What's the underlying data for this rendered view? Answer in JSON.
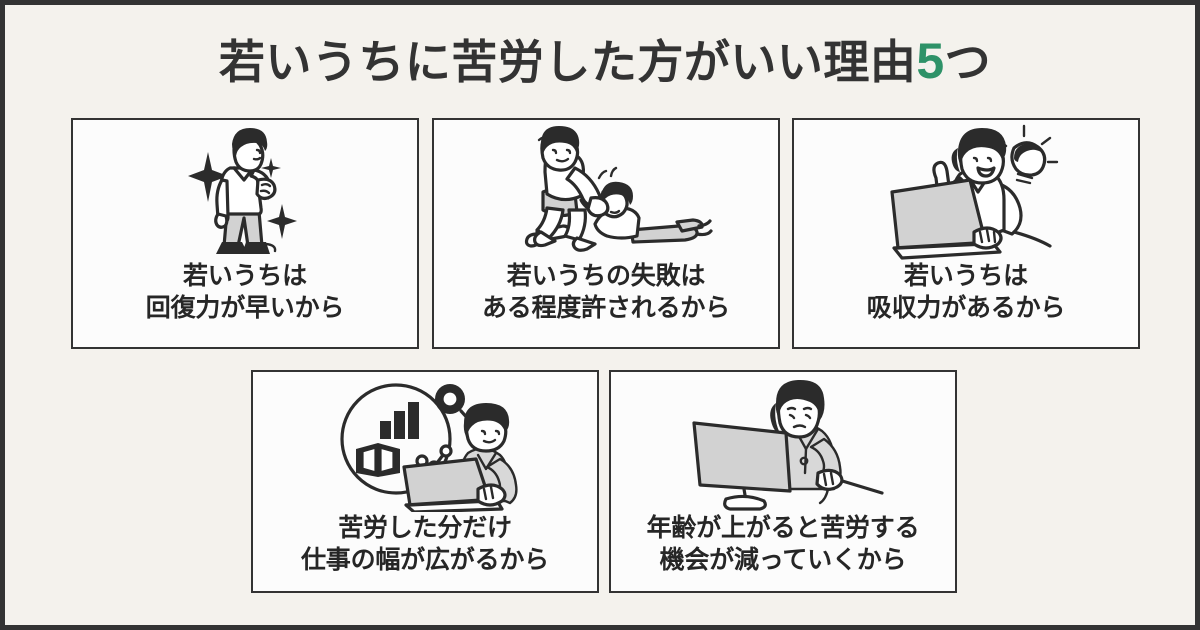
{
  "poster": {
    "background_color": "#F4F2ED",
    "frame_color": "#333333",
    "accent_color": "#2E9268",
    "text_color": "#333333"
  },
  "title": {
    "full": "若いうちに苦労した方がいい理由5つ",
    "before_number": "若いうちに苦労した方がいい理由",
    "number": "5",
    "after_number": "つ"
  },
  "cards": [
    {
      "index": "1",
      "caption_line1": "若いうちは",
      "caption_line2": "回復力が早いから",
      "icon": "standing-person-with-sparkles-icon"
    },
    {
      "index": "2",
      "caption_line1": "若いうちの失敗は",
      "caption_line2": "ある程度許されるから",
      "icon": "person-helping-fallen-person-icon"
    },
    {
      "index": "3",
      "caption_line1": "若いうちは",
      "caption_line2": "吸収力があるから",
      "icon": "person-at-laptop-with-lightbulb-icon"
    },
    {
      "index": "4",
      "caption_line1": "苦労した分だけ",
      "caption_line2": "仕事の幅が広がるから",
      "icon": "person-at-laptop-with-data-analysis-icon"
    },
    {
      "index": "5",
      "caption_line1": "年齢が上がると苦労する",
      "caption_line2": "機会が減っていくから",
      "icon": "older-woman-at-desktop-monitor-icon"
    }
  ]
}
